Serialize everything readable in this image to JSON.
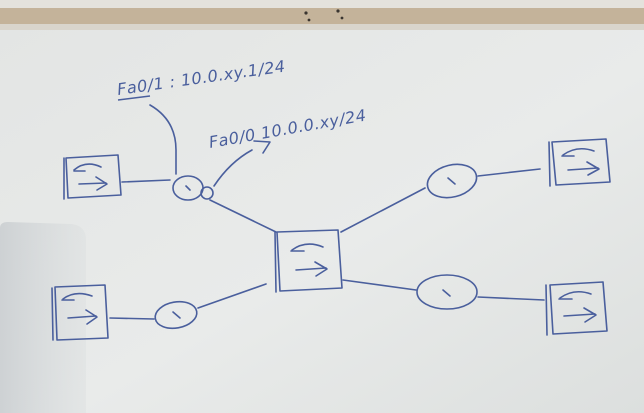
{
  "annotations": {
    "upper_interface": "Fa0/1 : 10.0.xy.1/24",
    "lower_interface": "Fa0/0 10.0.0.xy/24"
  },
  "colors": {
    "ink": "#4a5f9d",
    "board": "#e6e8e7",
    "frame": "#c7bda9",
    "tray": "#b9a48a"
  },
  "diagram": {
    "switches": 5,
    "routers": 4
  }
}
